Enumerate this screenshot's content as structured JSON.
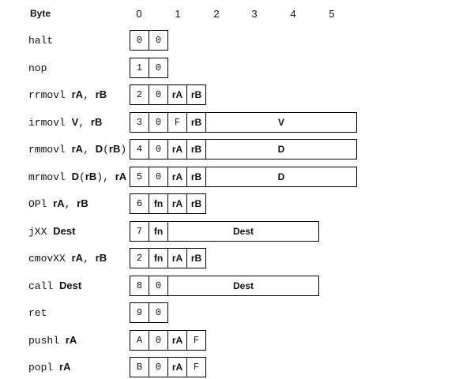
{
  "header": {
    "byte_label": "Byte",
    "byte_numbers": [
      "0",
      "1",
      "2",
      "3",
      "4",
      "5"
    ]
  },
  "instructions": [
    {
      "mnemonic": "halt",
      "operands": "",
      "cells": [
        {
          "text": "0",
          "bold": false
        },
        {
          "text": "0",
          "bold": false
        }
      ]
    },
    {
      "mnemonic": "nop",
      "operands": "",
      "cells": [
        {
          "text": "1",
          "bold": false
        },
        {
          "text": "0",
          "bold": false
        }
      ]
    },
    {
      "mnemonic": "rrmovl",
      "operands": "rA, rB",
      "cells": [
        {
          "text": "2",
          "bold": false
        },
        {
          "text": "0",
          "bold": false
        },
        {
          "text": "rA",
          "bold": true
        },
        {
          "text": "rB",
          "bold": true
        }
      ]
    },
    {
      "mnemonic": "irmovl",
      "operands": "V, rB",
      "cells": [
        {
          "text": "3",
          "bold": false
        },
        {
          "text": "0",
          "bold": false
        },
        {
          "text": "F",
          "bold": false
        },
        {
          "text": "rB",
          "bold": true
        },
        {
          "text": "V",
          "bold": true,
          "span": 4
        }
      ]
    },
    {
      "mnemonic": "rmmovl",
      "operands": "rA, D(rB)",
      "cells": [
        {
          "text": "4",
          "bold": false
        },
        {
          "text": "0",
          "bold": false
        },
        {
          "text": "rA",
          "bold": true
        },
        {
          "text": "rB",
          "bold": true
        },
        {
          "text": "D",
          "bold": true,
          "span": 4
        }
      ]
    },
    {
      "mnemonic": "mrmovl",
      "operands": "D(rB), rA",
      "cells": [
        {
          "text": "5",
          "bold": false
        },
        {
          "text": "0",
          "bold": false
        },
        {
          "text": "rA",
          "bold": true
        },
        {
          "text": "rB",
          "bold": true
        },
        {
          "text": "D",
          "bold": true,
          "span": 4
        }
      ]
    },
    {
      "mnemonic": "OPl",
      "operands": "rA, rB",
      "cells": [
        {
          "text": "6",
          "bold": false
        },
        {
          "text": "fn",
          "bold": true
        },
        {
          "text": "rA",
          "bold": true
        },
        {
          "text": "rB",
          "bold": true
        }
      ]
    },
    {
      "mnemonic": "jXX",
      "operands": "Dest",
      "cells": [
        {
          "text": "7",
          "bold": false
        },
        {
          "text": "fn",
          "bold": true
        },
        {
          "text": "Dest",
          "bold": true,
          "span": 4
        }
      ]
    },
    {
      "mnemonic": "cmovXX",
      "operands": "rA, rB",
      "cells": [
        {
          "text": "2",
          "bold": false
        },
        {
          "text": "fn",
          "bold": true
        },
        {
          "text": "rA",
          "bold": true
        },
        {
          "text": "rB",
          "bold": true
        }
      ]
    },
    {
      "mnemonic": "call",
      "operands": "Dest",
      "cells": [
        {
          "text": "8",
          "bold": false
        },
        {
          "text": "0",
          "bold": false
        },
        {
          "text": "Dest",
          "bold": true,
          "span": 4
        }
      ]
    },
    {
      "mnemonic": "ret",
      "operands": "",
      "cells": [
        {
          "text": "9",
          "bold": false
        },
        {
          "text": "0",
          "bold": false
        }
      ]
    },
    {
      "mnemonic": "pushl",
      "operands": "rA",
      "cells": [
        {
          "text": "A",
          "bold": false
        },
        {
          "text": "0",
          "bold": false
        },
        {
          "text": "rA",
          "bold": true
        },
        {
          "text": "F",
          "bold": false
        }
      ]
    },
    {
      "mnemonic": "popl",
      "operands": "rA",
      "cells": [
        {
          "text": "B",
          "bold": false
        },
        {
          "text": "0",
          "bold": false
        },
        {
          "text": "rA",
          "bold": true
        },
        {
          "text": "F",
          "bold": false
        }
      ]
    }
  ]
}
